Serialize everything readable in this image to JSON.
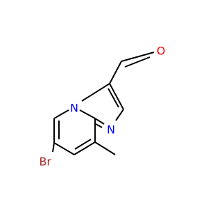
{
  "atoms": {
    "br": {
      "label": "Br",
      "color": "#a52a2a"
    },
    "n_bridge": {
      "label": "N",
      "color": "#0000ff"
    },
    "n_ring": {
      "label": "N",
      "color": "#0000ff"
    },
    "o": {
      "label": "O",
      "color": "#ff0000"
    }
  }
}
